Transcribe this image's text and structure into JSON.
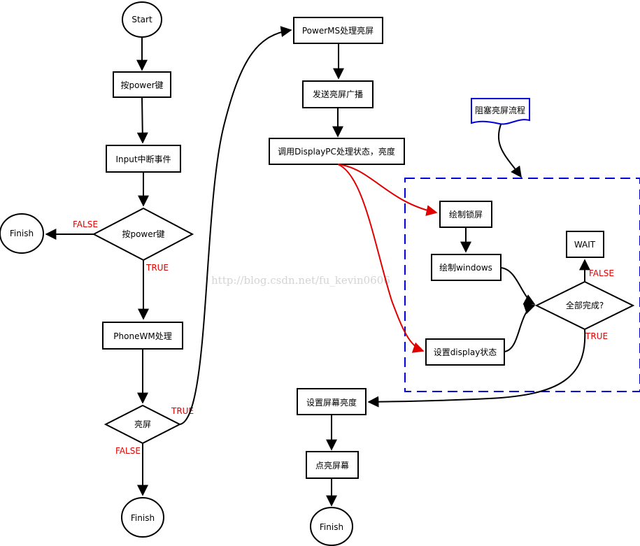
{
  "nodes": {
    "start": "Start",
    "press_power_1": "按power键",
    "input_interrupt": "Input中断事件",
    "press_power_decision": "按power键",
    "finish_left": "Finish",
    "phonewm": "PhoneWM处理",
    "screen_on_decision": "亮屏",
    "finish_bottom_left": "Finish",
    "powerms": "PowerMS处理亮屏",
    "send_broadcast": "发送亮屏广播",
    "call_displaypc": "调用DisplayPC处理状态，亮度",
    "block_flow": "阻塞亮屏流程",
    "draw_lockscreen": "绘制锁屏",
    "draw_windows": "绘制windows",
    "set_display_state": "设置display状态",
    "all_done": "全部完成?",
    "wait": "WAIT",
    "set_brightness": "设置屏幕亮度",
    "light_screen": "点亮屏幕",
    "finish_right": "Finish"
  },
  "conditions": {
    "press_false": "FALSE",
    "press_true": "TRUE",
    "screen_true": "TRUE",
    "screen_false": "FALSE",
    "done_false": "FALSE",
    "done_true": "TRUE"
  },
  "watermark": "http://blog.csdn.net/fu_kevin0606",
  "colors": {
    "stroke": "#000000",
    "condition_text": "#e00000",
    "red_arrow": "#e00000",
    "dashed_box": "#0000dd",
    "document_shape": "#0000dd"
  }
}
